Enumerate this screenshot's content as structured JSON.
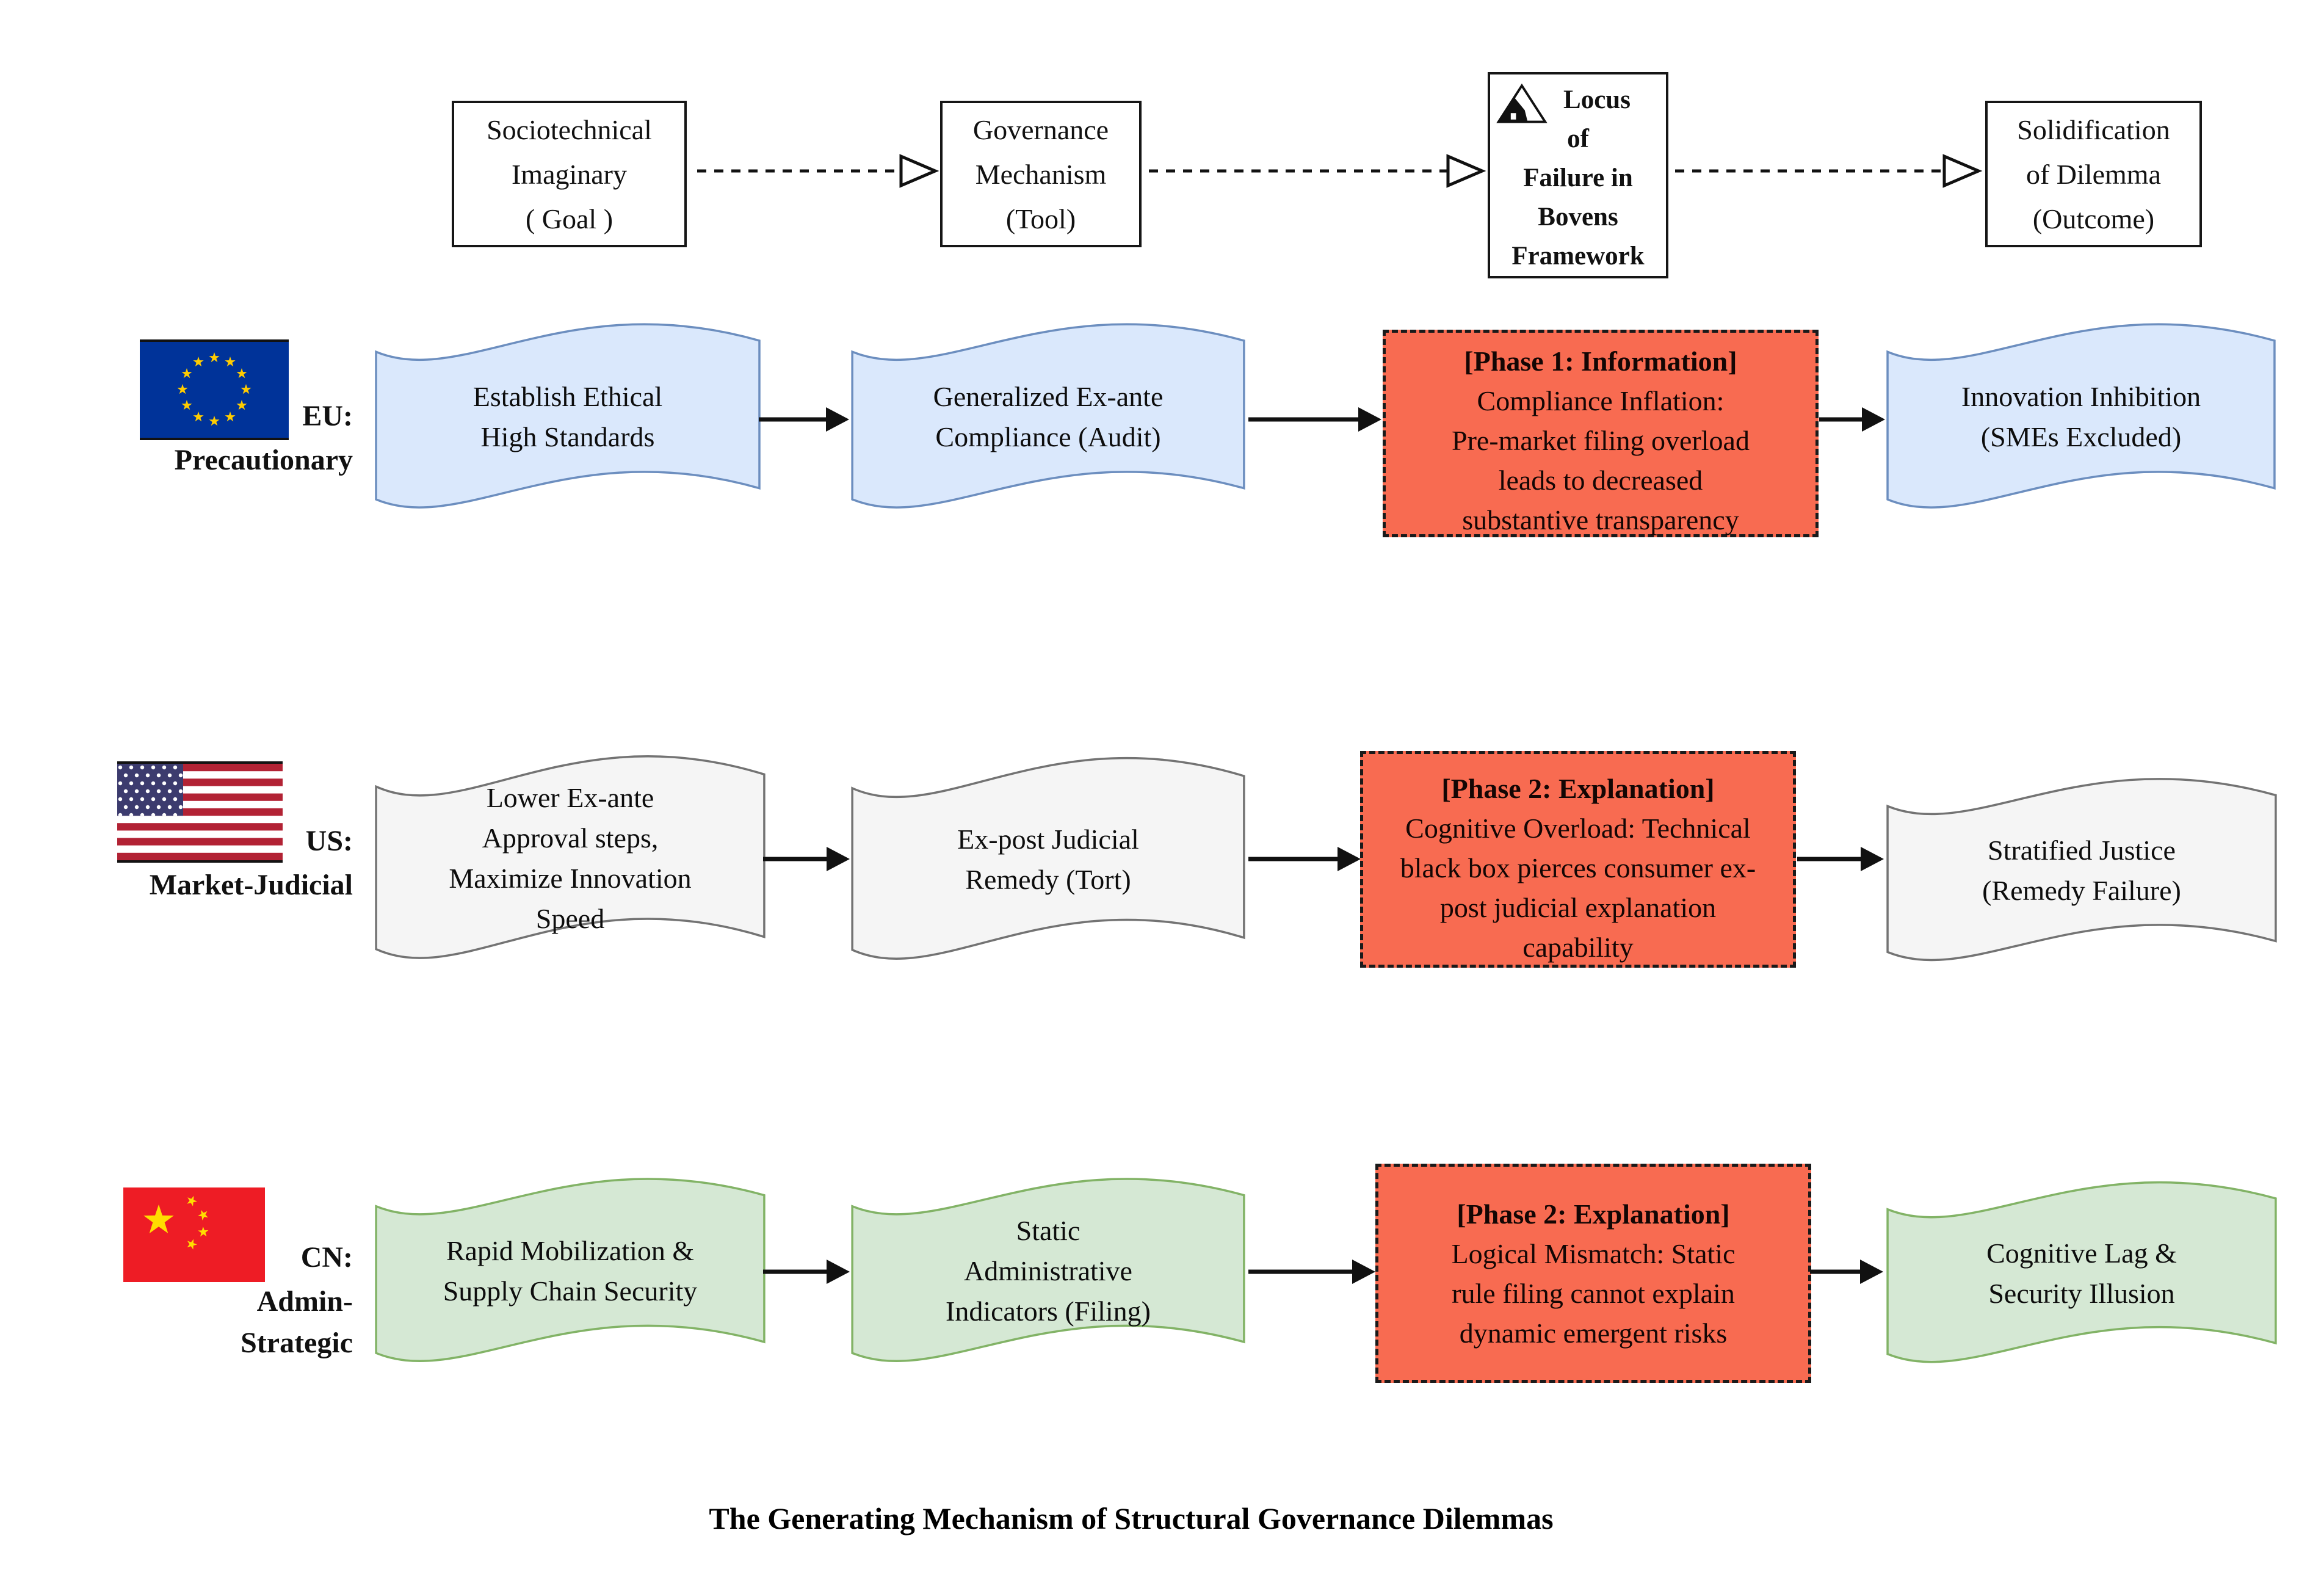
{
  "caption": "The Generating Mechanism of Structural Governance Dilemmas",
  "theme": {
    "ink": "#111111",
    "failure_fill": "#F86B51",
    "failure_border": "#1a1a1a",
    "eu_fill": "#DAE8FC",
    "eu_stroke": "#6C8EBF",
    "us_fill": "#F5F5F5",
    "us_stroke": "#737373",
    "cn_fill": "#D5E8D4",
    "cn_stroke": "#82B366",
    "eu_flag_blue": "#003399",
    "eu_flag_star": "#FFCC00",
    "us_flag_red": "#B22234",
    "us_flag_blue": "#3C3B6E",
    "cn_flag_red": "#EE1C25",
    "cn_flag_yellow": "#FFDE00"
  },
  "header": {
    "columns": [
      {
        "lines": [
          "Sociotechnical",
          "Imaginary",
          "( Goal )"
        ]
      },
      {
        "lines": [
          "Governance",
          "Mechanism",
          "(Tool)"
        ]
      },
      {
        "line1": "Locus",
        "lines": [
          "of",
          "Failure in",
          "Bovens",
          "Framework"
        ],
        "icon": "warning-triangle-icon"
      },
      {
        "lines": [
          "Solidification",
          "of Dilemma",
          "(Outcome)"
        ]
      }
    ]
  },
  "rows": [
    {
      "region": "EU",
      "flag": "eu-flag",
      "label_line1": "EU:",
      "label_rest": [
        "Precautionary"
      ],
      "goal": [
        "Establish Ethical",
        "High Standards"
      ],
      "tool": [
        "Generalized Ex-ante",
        "Compliance (Audit)"
      ],
      "failure_title": "[Phase 1: Information]",
      "failure_body": [
        "Compliance Inflation:",
        "Pre-market filing overload",
        "leads to decreased",
        "substantive transparency"
      ],
      "outcome": [
        "Innovation Inhibition",
        "(SMEs Excluded)"
      ]
    },
    {
      "region": "US",
      "flag": "us-flag",
      "label_line1": "US:",
      "label_rest": [
        "Market-Judicial"
      ],
      "goal": [
        "Lower Ex-ante",
        "Approval steps,",
        "Maximize Innovation",
        "Speed"
      ],
      "tool": [
        "Ex-post Judicial",
        "Remedy (Tort)"
      ],
      "failure_title": "[Phase 2: Explanation]",
      "failure_body": [
        "Cognitive Overload: Technical",
        "black box pierces consumer ex-",
        "post judicial explanation",
        "capability"
      ],
      "outcome": [
        "Stratified Justice",
        "(Remedy Failure)"
      ]
    },
    {
      "region": "CN",
      "flag": "cn-flag",
      "label_line1": "CN:",
      "label_rest": [
        "Admin-",
        "Strategic"
      ],
      "goal": [
        "Rapid Mobilization &",
        "Supply Chain Security"
      ],
      "tool": [
        "Static",
        "Administrative",
        "Indicators (Filing)"
      ],
      "failure_title": "[Phase 2: Explanation]",
      "failure_body": [
        "Logical Mismatch: Static",
        "rule filing cannot explain",
        "dynamic emergent risks"
      ],
      "outcome": [
        "Cognitive Lag &",
        "Security Illusion"
      ]
    }
  ]
}
